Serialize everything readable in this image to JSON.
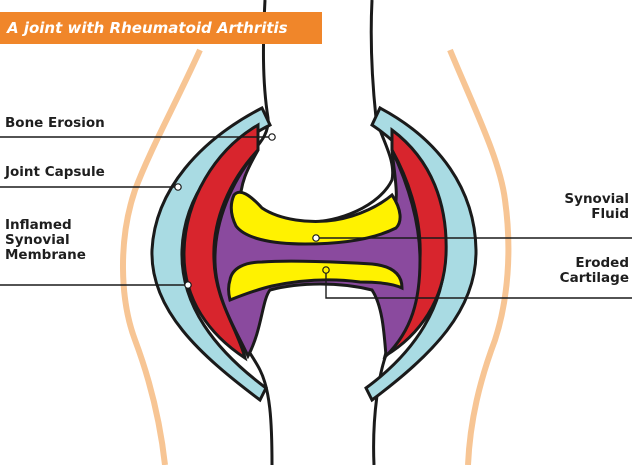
{
  "title": "A joint with Rheumatoid Arthritis",
  "labels": {
    "bone_erosion": "Bone Erosion",
    "joint_capsule": "Joint Capsule",
    "inflamed_synovial_membrane": [
      "Inflamed",
      "Synovial",
      "Membrane"
    ],
    "synovial_fluid": [
      "Synovial",
      "Fluid"
    ],
    "eroded_cartilage": [
      "Eroded",
      "Cartilage"
    ]
  },
  "colors": {
    "title_banner": "#f0862a",
    "skin_outline": "#f7c594",
    "joint_capsule": "#a9dbe3",
    "inflamed_synovial_membrane": "#d8252d",
    "synovial_fluid": "#8a4a9e",
    "eroded_cartilage": "#fff200",
    "outline": "#1a1a1a"
  }
}
